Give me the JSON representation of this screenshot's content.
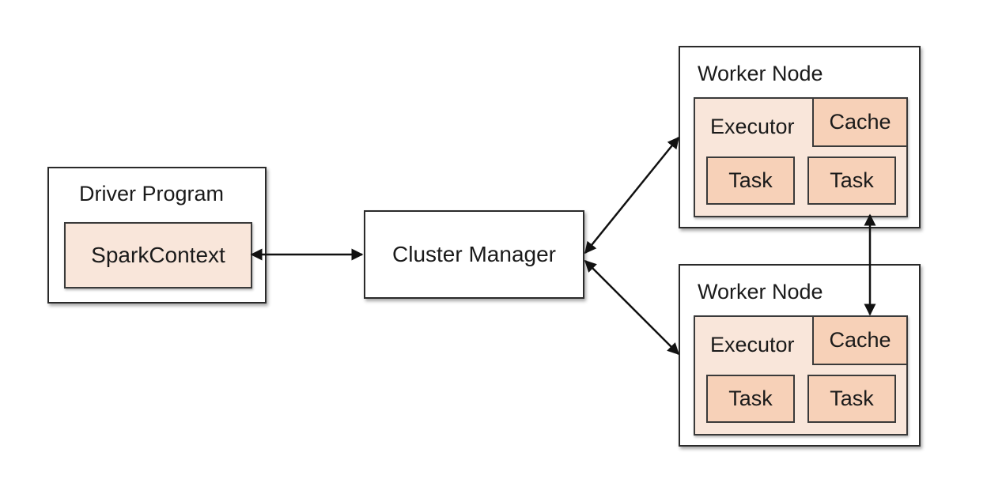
{
  "driver": {
    "title": "Driver Program",
    "context": "SparkContext"
  },
  "cluster_manager": {
    "label": "Cluster Manager"
  },
  "worker_nodes": [
    {
      "title": "Worker Node",
      "executor": "Executor",
      "cache": "Cache",
      "tasks": [
        "Task",
        "Task"
      ]
    },
    {
      "title": "Worker Node",
      "executor": "Executor",
      "cache": "Cache",
      "tasks": [
        "Task",
        "Task"
      ]
    }
  ]
}
